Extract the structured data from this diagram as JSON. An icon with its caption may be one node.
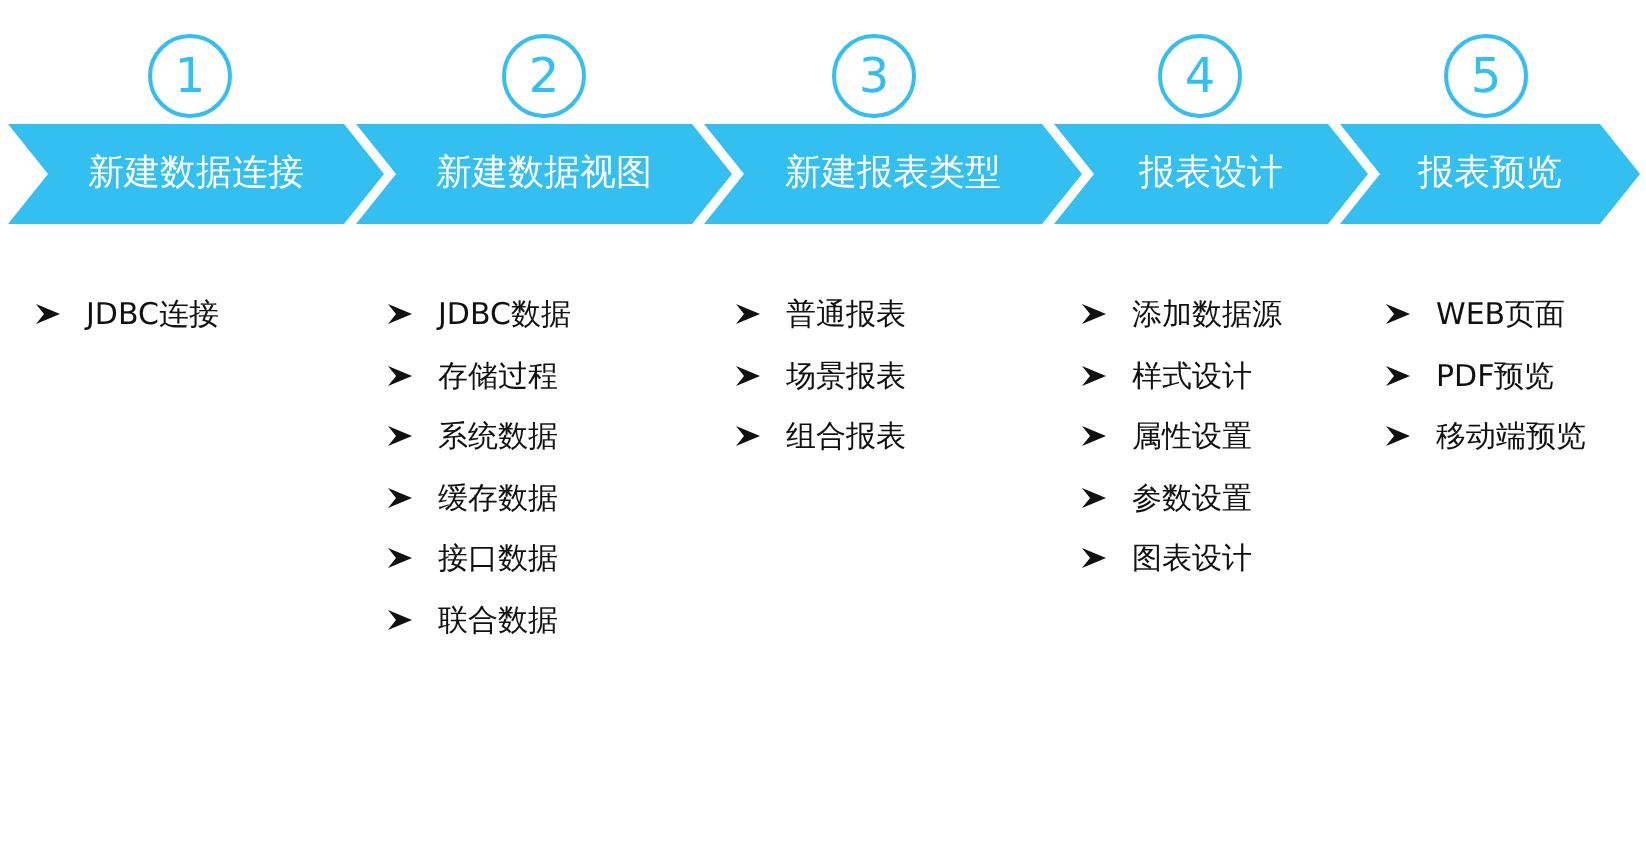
{
  "diagram": {
    "nodes": [
      {
        "text": [
          "新建数据连接"
        ],
        "beside": [
          "1",
          "JDBC连接"
        ]
      },
      {
        "text": [
          "新建数据视图"
        ],
        "beside": [
          "2",
          "JDBC数据",
          "存储过程",
          "系统数据",
          "缓存数据",
          "接口数据",
          "联合数据"
        ]
      },
      {
        "text": [
          "新建报表类型"
        ],
        "beside": [
          "3",
          "普通报表",
          "场景报表",
          "组合报表"
        ]
      },
      {
        "text": [
          "报表设计"
        ],
        "beside": [
          "4",
          "添加数据源",
          "样式设计",
          "属性设置",
          "参数设置",
          "图表设计"
        ]
      },
      {
        "text": [
          "报表预览"
        ],
        "beside": [
          "5",
          "WEB页面",
          "PDF预览",
          "移动端预览"
        ]
      }
    ]
  }
}
